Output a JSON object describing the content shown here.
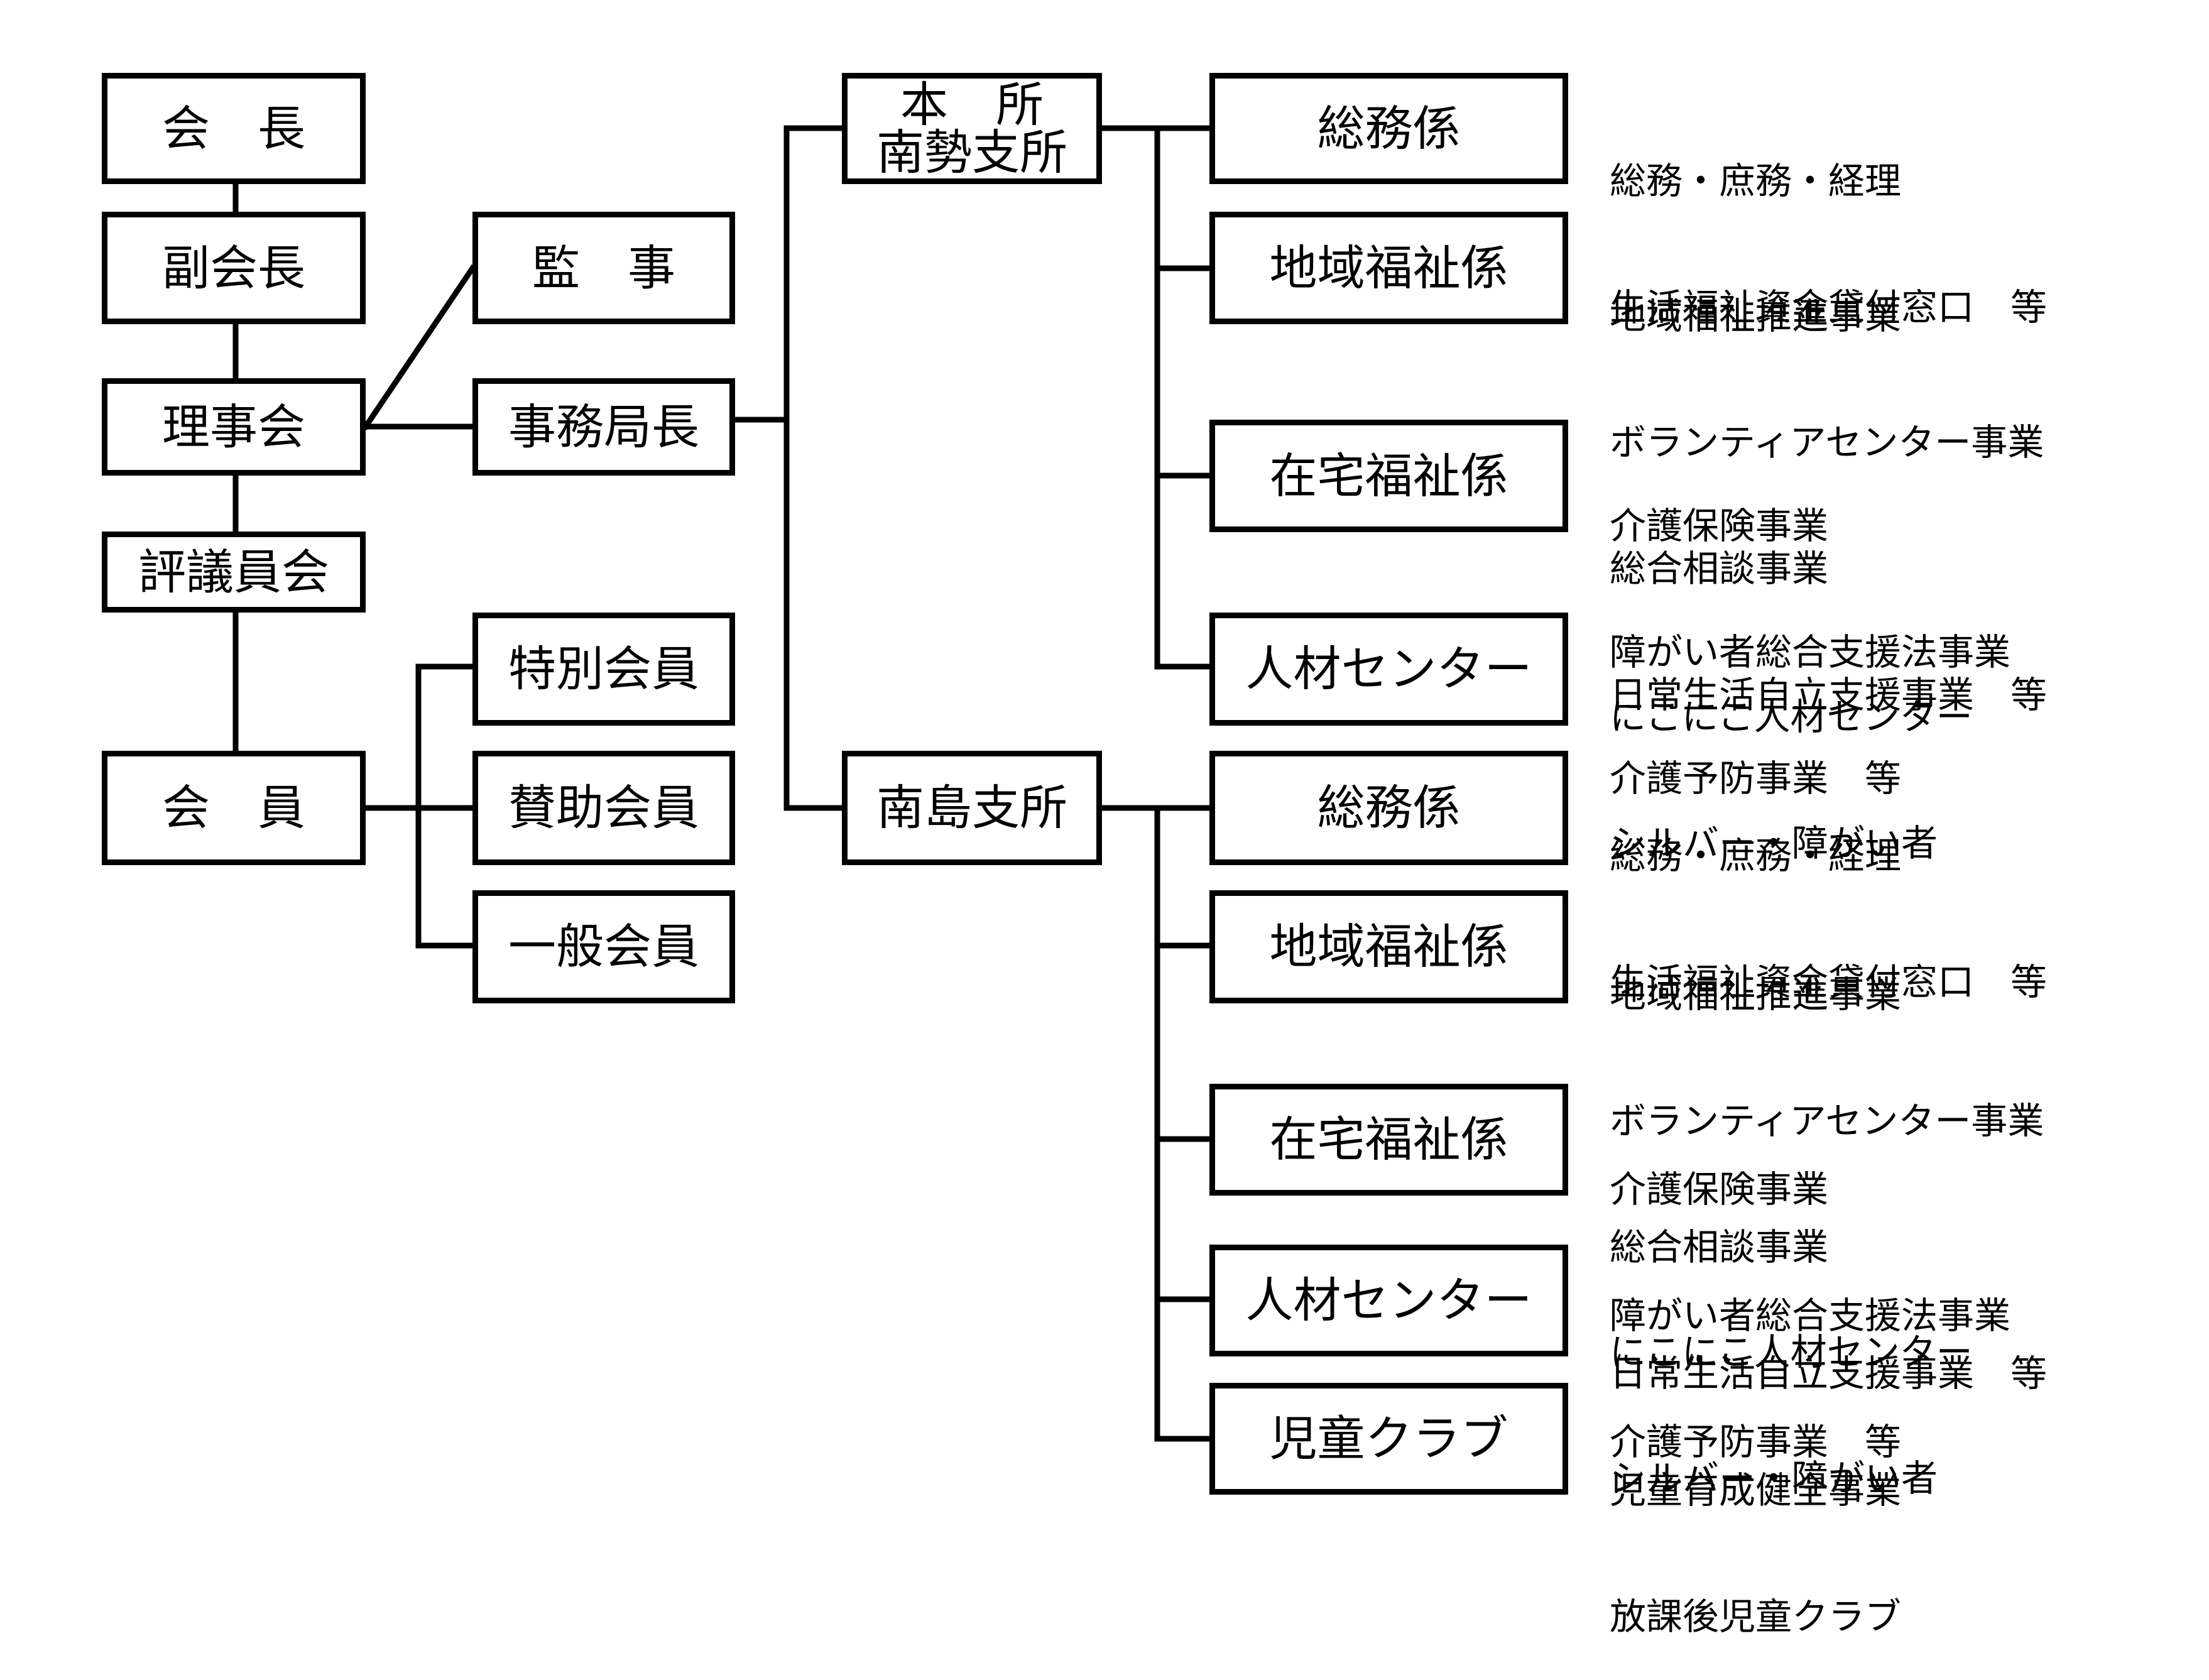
{
  "org": {
    "kaicho": "会　長",
    "fukukaicho": "副会長",
    "rijikai": "理事会",
    "hyogiinkai": "評議員会",
    "kaiin": "会　員",
    "kanji": "監　事",
    "jimukyokucho": "事務局長",
    "tokubetsu": "特別会員",
    "sanjo": "賛助会員",
    "ippan": "一般会員",
    "honsho_line1": "本　所",
    "honsho_line2": "南勢支所",
    "nanto": "南島支所"
  },
  "honsho_units": [
    {
      "label": "総務係",
      "notes": [
        "総務・庶務・経理",
        "生活福祉資金貸付窓口　等"
      ]
    },
    {
      "label": "地域福祉係",
      "notes": [
        "地域福祉推進事業",
        "ボランティアセンター事業",
        "総合相談事業",
        "日常生活自立支援事業　等"
      ]
    },
    {
      "label": "在宅福祉係",
      "notes": [
        "介護保険事業",
        "障がい者総合支援法事業",
        "介護予防事業　等"
      ]
    },
    {
      "label": "人材センター",
      "notes": [
        "にこにこ人材センター",
        "シルバー・障がい者"
      ]
    }
  ],
  "nanto_units": [
    {
      "label": "総務係",
      "notes": [
        "総務・庶務・経理",
        "生活福祉資金貸付窓口　等"
      ]
    },
    {
      "label": "地域福祉係",
      "notes": [
        "地域福祉推進事業",
        "ボランティアセンター事業",
        "総合相談事業",
        "日常生活自立支援事業　等"
      ]
    },
    {
      "label": "在宅福祉係",
      "notes": [
        "介護保険事業",
        "障がい者総合支援法事業",
        "介護予防事業　等"
      ]
    },
    {
      "label": "人材センター",
      "notes": [
        "にこにこ人材センター",
        "シルバー・障がい者"
      ]
    },
    {
      "label": "児童クラブ",
      "notes": [
        "児童育成健全事業",
        "放課後児童クラブ"
      ]
    }
  ]
}
